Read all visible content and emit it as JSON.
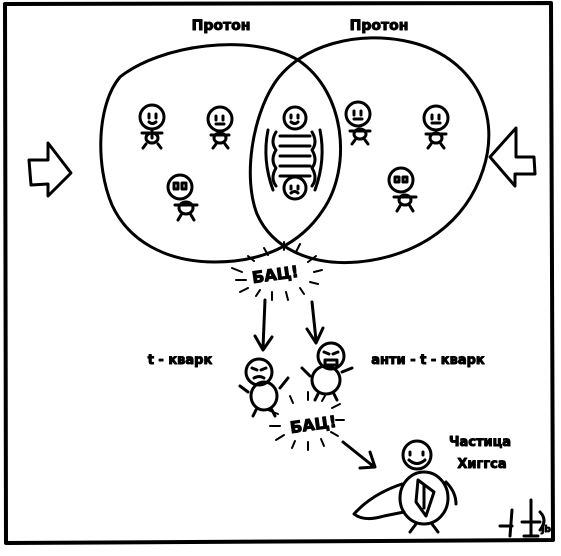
{
  "labels": {
    "proton_left": "Протон",
    "proton_right": "Протон",
    "bang_top": "БАЦ!",
    "bang_bottom": "БАЦ!",
    "t_quark": "t - кварк",
    "anti_t_quark": "анти - t - кварк",
    "higgs_line1": "Частица",
    "higgs_line2": "Хиггса",
    "signature": "jb"
  },
  "colors": {
    "ink": "#000000",
    "paper": "#ffffff"
  }
}
